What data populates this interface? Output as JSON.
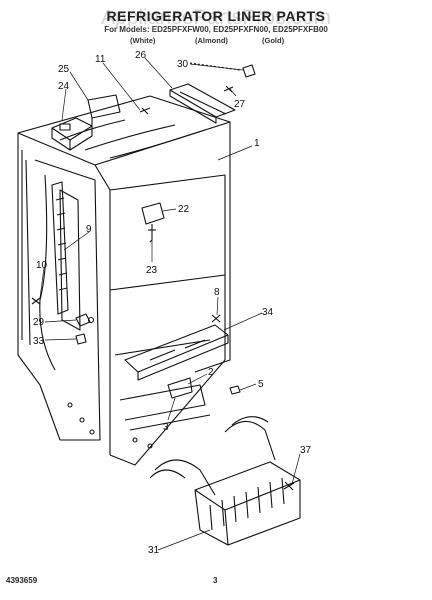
{
  "header": {
    "watermark": "AppliancePartsPros.com",
    "title": "REFRIGERATOR LINER PARTS",
    "models": "For Models: ED25PFXFW00, ED25PFXFN00, ED25PFXFB00",
    "color_white": "(White)",
    "color_almond": "(Almond)",
    "color_gold": "(Gold)"
  },
  "callouts": {
    "c25": "25",
    "c11": "11",
    "c26": "26",
    "c30": "30",
    "c24": "24",
    "c27": "27",
    "c1": "1",
    "c22": "22",
    "c9": "9",
    "c23": "23",
    "c10": "10",
    "c8": "8",
    "c34": "34",
    "c29": "29",
    "c33": "33",
    "c2": "2",
    "c5": "5",
    "c3": "3",
    "c37": "37",
    "c31": "31"
  },
  "footer": {
    "doc_number": "4393659",
    "page_number": "3"
  }
}
